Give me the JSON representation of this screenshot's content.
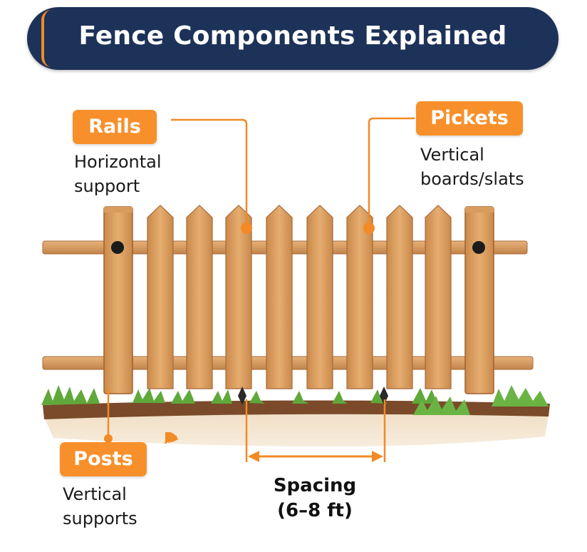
{
  "title": "Fence Components Explained",
  "labels": {
    "rails": {
      "badge": "Rails",
      "desc_line1": "Horizontal",
      "desc_line2": "support"
    },
    "pickets": {
      "badge": "Pickets",
      "desc_line1": "Vertical",
      "desc_line2": "boards/slats"
    },
    "posts": {
      "badge": "Posts",
      "desc_line1": "Vertical",
      "desc_line2": "supports"
    },
    "spacing": {
      "line1": "Spacing",
      "line2": "(6–8 ft)"
    }
  },
  "colors": {
    "title_bg": "#1d3258",
    "accent": "#f7902b",
    "wood": "#e0a465",
    "wood_dark": "#b8763a",
    "soil": "#7a4a2a",
    "grass": "#5fa83a"
  }
}
